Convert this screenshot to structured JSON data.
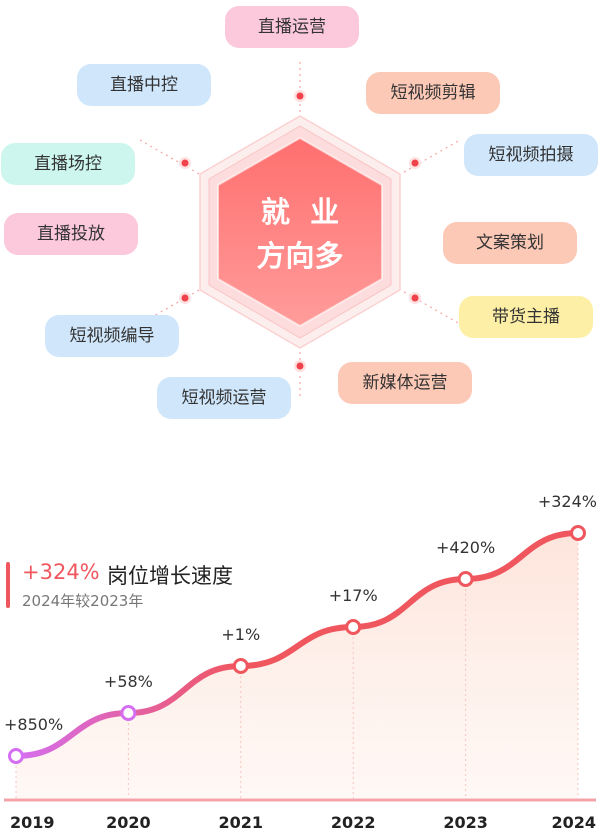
{
  "center": {
    "line1": "就  业",
    "line2": "方向多"
  },
  "tags": [
    {
      "label": "直播运营",
      "color": "pink"
    },
    {
      "label": "短视频剪辑",
      "color": "salmon"
    },
    {
      "label": "直播中控",
      "color": "blue"
    },
    {
      "label": "短视频拍摄",
      "color": "blue"
    },
    {
      "label": "直播场控",
      "color": "mint"
    },
    {
      "label": "直播投放",
      "color": "pink"
    },
    {
      "label": "文案策划",
      "color": "salmon"
    },
    {
      "label": "带货主播",
      "color": "yellow"
    },
    {
      "label": "短视频编导",
      "color": "blue"
    },
    {
      "label": "新媒体运营",
      "color": "salmon"
    },
    {
      "label": "短视频运营",
      "color": "blue"
    }
  ],
  "legend": {
    "value": "+324%",
    "title": "岗位增长速度",
    "subtitle": "2024年较2023年"
  },
  "chart_data": {
    "type": "area",
    "categories": [
      "2019",
      "2020",
      "2021",
      "2022",
      "2023",
      "2024"
    ],
    "labels": [
      "+850%",
      "+58%",
      "+1%",
      "+17%",
      "+420%",
      "+324%"
    ],
    "title": "",
    "xlabel": "",
    "ylabel": "",
    "grid": false,
    "colors": {
      "line_start": "#d56ef0",
      "line_end": "#f0565e",
      "fill": "#fde2d8",
      "axis": "#f5a3a8",
      "marker_fill": "#ffffff"
    }
  }
}
